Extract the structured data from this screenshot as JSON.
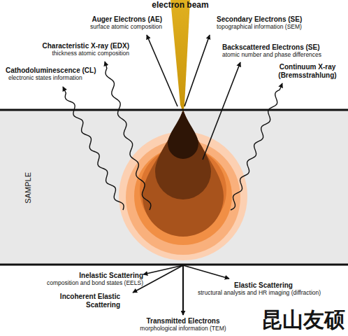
{
  "diagram": {
    "labels": [
      "electron beam",
      "Auger Electrons (AE)",
      "surface atomic composition",
      "Secondary Electrons (SE)",
      "topographical information (SEM)",
      "Characteristic X-ray (EDX)",
      "thickness atomic composition",
      "Backscattered Electrons (SE)",
      "atomic number and phase differences",
      "Cathodoluminescence (CL)",
      "electronic states information",
      "Continuum X-ray (Bremsstrahlung)",
      "SAMPLE",
      "Inelastic Scattering",
      "composition and bond states (EELS)",
      "Incoherent Elastic Scattering",
      "Elastic Scattering",
      "structural analysis and HR imaging (diffraction)",
      "Transmitted Electrons",
      "morphological information (TEM)",
      "昆山友硕"
    ]
  }
}
